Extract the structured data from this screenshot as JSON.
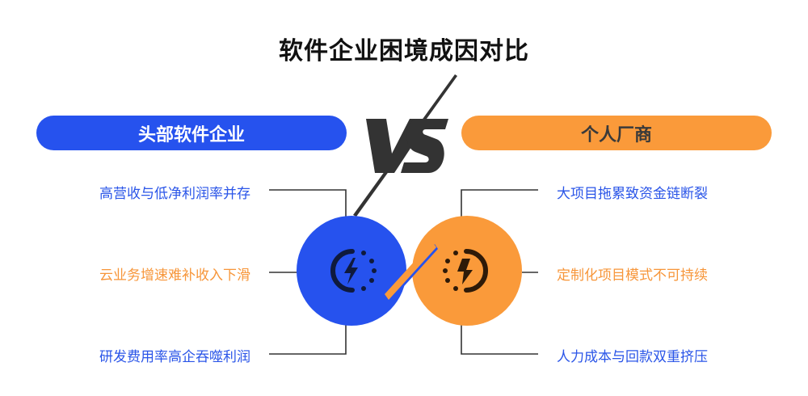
{
  "title": "软件企业困境成因对比",
  "vs_label": "VS",
  "colors": {
    "blue": "#2652ee",
    "orange": "#fa9a3a",
    "dark": "#333333",
    "text_blue": "#2a55e8",
    "text_orange": "#f7963a"
  },
  "left": {
    "header": "头部软件企业",
    "icon": "power-bolt-icon",
    "items": [
      {
        "text": "高营收与低净利润率并存",
        "color": "blue"
      },
      {
        "text": "云业务增速难补收入下滑",
        "color": "orange"
      },
      {
        "text": "研发费用率高企吞噬利润",
        "color": "blue"
      }
    ]
  },
  "right": {
    "header": "个人厂商",
    "icon": "power-bolt-icon",
    "items": [
      {
        "text": "大项目拖累致资金链断裂",
        "color": "blue"
      },
      {
        "text": "定制化项目模式不可持续",
        "color": "orange"
      },
      {
        "text": "人力成本与回款双重挤压",
        "color": "blue"
      }
    ]
  }
}
